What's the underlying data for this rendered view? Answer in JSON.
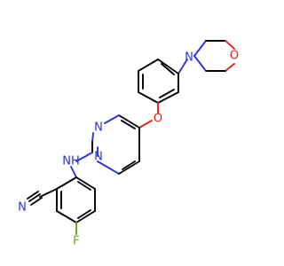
{
  "molecule": {
    "atoms": {
      "n_pyrim_upper": {
        "label": "N",
        "color": "#2a35d6"
      },
      "n_pyrim_lower": {
        "label": "N",
        "color": "#2a35d6"
      },
      "o_ether": {
        "label": "O",
        "color": "#e0261b"
      },
      "n_morpholine": {
        "label": "N",
        "color": "#2a35d6"
      },
      "o_morpholine": {
        "label": "O",
        "color": "#e0261b"
      },
      "nh_amine": {
        "label": "NH",
        "h_label": "H",
        "color": "#2a35d6"
      },
      "n_nitrile": {
        "label": "N",
        "color": "#2a35d6"
      },
      "f_fluoro": {
        "label": "F",
        "color": "#69a621"
      }
    }
  }
}
